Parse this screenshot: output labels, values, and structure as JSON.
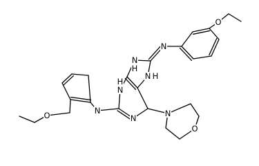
{
  "atom_labels": [
    {
      "id": "n-upper-amine",
      "text": "N"
    },
    {
      "id": "n-left-amine",
      "text": "N"
    },
    {
      "id": "n-ring-top-left",
      "text": "N"
    },
    {
      "id": "h-ring-top-left",
      "text": "H"
    },
    {
      "id": "n-ring-right",
      "text": "N"
    },
    {
      "id": "h-ring-right",
      "text": "H"
    },
    {
      "id": "n-ring-left",
      "text": "N"
    },
    {
      "id": "h-ring-left",
      "text": "H"
    },
    {
      "id": "n-ring-bottom",
      "text": "N"
    },
    {
      "id": "n-morpholine",
      "text": "N"
    },
    {
      "id": "o-morpholine",
      "text": "O"
    },
    {
      "id": "o-ethoxy-upper",
      "text": "O"
    },
    {
      "id": "o-ethoxy-lower",
      "text": "O"
    }
  ]
}
